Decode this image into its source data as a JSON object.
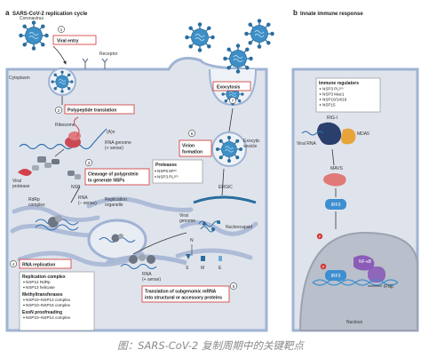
{
  "panel_a": {
    "letter": "a",
    "title": "SARS-CoV-2 replication cycle",
    "labels": {
      "coronavirus": "Coronavirus",
      "receptor": "Receptor",
      "cytoplasm": "Cytoplasm",
      "ribosome": "Ribosome",
      "polya": "(A)n",
      "rna_genome_1": "RNA genome",
      "rna_genome_2": "(+ sense)",
      "nsp": "NSP",
      "viral_protease_1": "Viral",
      "viral_protease_2": "protease",
      "rdrp_1": "RdRp",
      "rdrp_2": "complex",
      "rna_neg_1": "RNA",
      "rna_neg_2": "(– sense)",
      "replication_organelle_1": "Replication",
      "replication_organelle_2": "organelle",
      "viral_genome_1": "Viral",
      "viral_genome_2": "genome",
      "nucleocapsid": "Nucleocapsid",
      "ergic": "ERGIC",
      "exocytic_vesicle_1": "Exocytic",
      "exocytic_vesicle_2": "vesicle",
      "rna_pos_1": "RNA",
      "rna_pos_2": "(+ sense)",
      "n": "N",
      "s": "S",
      "m": "M",
      "e": "E"
    },
    "steps": [
      {
        "num": "1",
        "label": "Viral entry"
      },
      {
        "num": "2",
        "label": "Polypeptide translation"
      },
      {
        "num": "3",
        "label_1": "Cleavage of polyprotein",
        "label_2": "to generate NSPs"
      },
      {
        "num": "4",
        "label": "RNA replication"
      },
      {
        "num": "5",
        "label_1": "Translation of subgenomic mRNA",
        "label_2": "into structural or accessory proteins"
      },
      {
        "num": "6",
        "label_1": "Virion",
        "label_2": "formation"
      },
      {
        "num": "7",
        "label": "Exocytosis"
      }
    ],
    "proteases_box": {
      "title": "Proteases",
      "items": [
        "NSP5 Mᵖʳᵒ",
        "NSP3 PLᵖʳᵒ"
      ]
    },
    "replication_box": {
      "sections": [
        {
          "title": "Replication complex",
          "items": [
            "NSP12 RdRp",
            "NSP13 helicase"
          ]
        },
        {
          "title": "Methyltransferases",
          "items": [
            "NSP10–NSP14 complex",
            "NSP10–NSP16 complex"
          ]
        },
        {
          "title": "ExoN proofreading",
          "items": [
            "NSP10–NSP14 complex"
          ]
        }
      ]
    }
  },
  "panel_b": {
    "letter": "b",
    "title": "Innate immune response",
    "regulators_box": {
      "title": "Immune regulators",
      "items": [
        "NSP3 PLᵖʳᵒ",
        "NSP3 Mac1",
        "NSP10/14/16",
        "NSP15"
      ]
    },
    "labels": {
      "rig_i": "RIG-I",
      "mda5": "MDA5",
      "viral_rna": "Viral RNA",
      "mavs": "MAVS",
      "irf3_top": "IRF3",
      "irf3_bottom": "IRF3",
      "nfkb": "NF-κB",
      "ifnb": "IFNβ",
      "nucleus": "Nucleus",
      "p1": "P",
      "p2": "P"
    }
  },
  "caption": "图：SARS-CoV-2 复制周期中的关键靶点",
  "colors": {
    "virus_body": "#3d8fc6",
    "spike": "#2a6d9e",
    "cell_bg": "#dfe4ec",
    "membrane": "#9fb3d3",
    "red_box": "#d2322d",
    "nucleus": "#b9bfcb",
    "purple": "#8a5cb8",
    "irf3": "#3e8fcf",
    "mavs": "#e07a78",
    "rig_i": "#2a3f6c",
    "mda5": "#e8a33b"
  }
}
